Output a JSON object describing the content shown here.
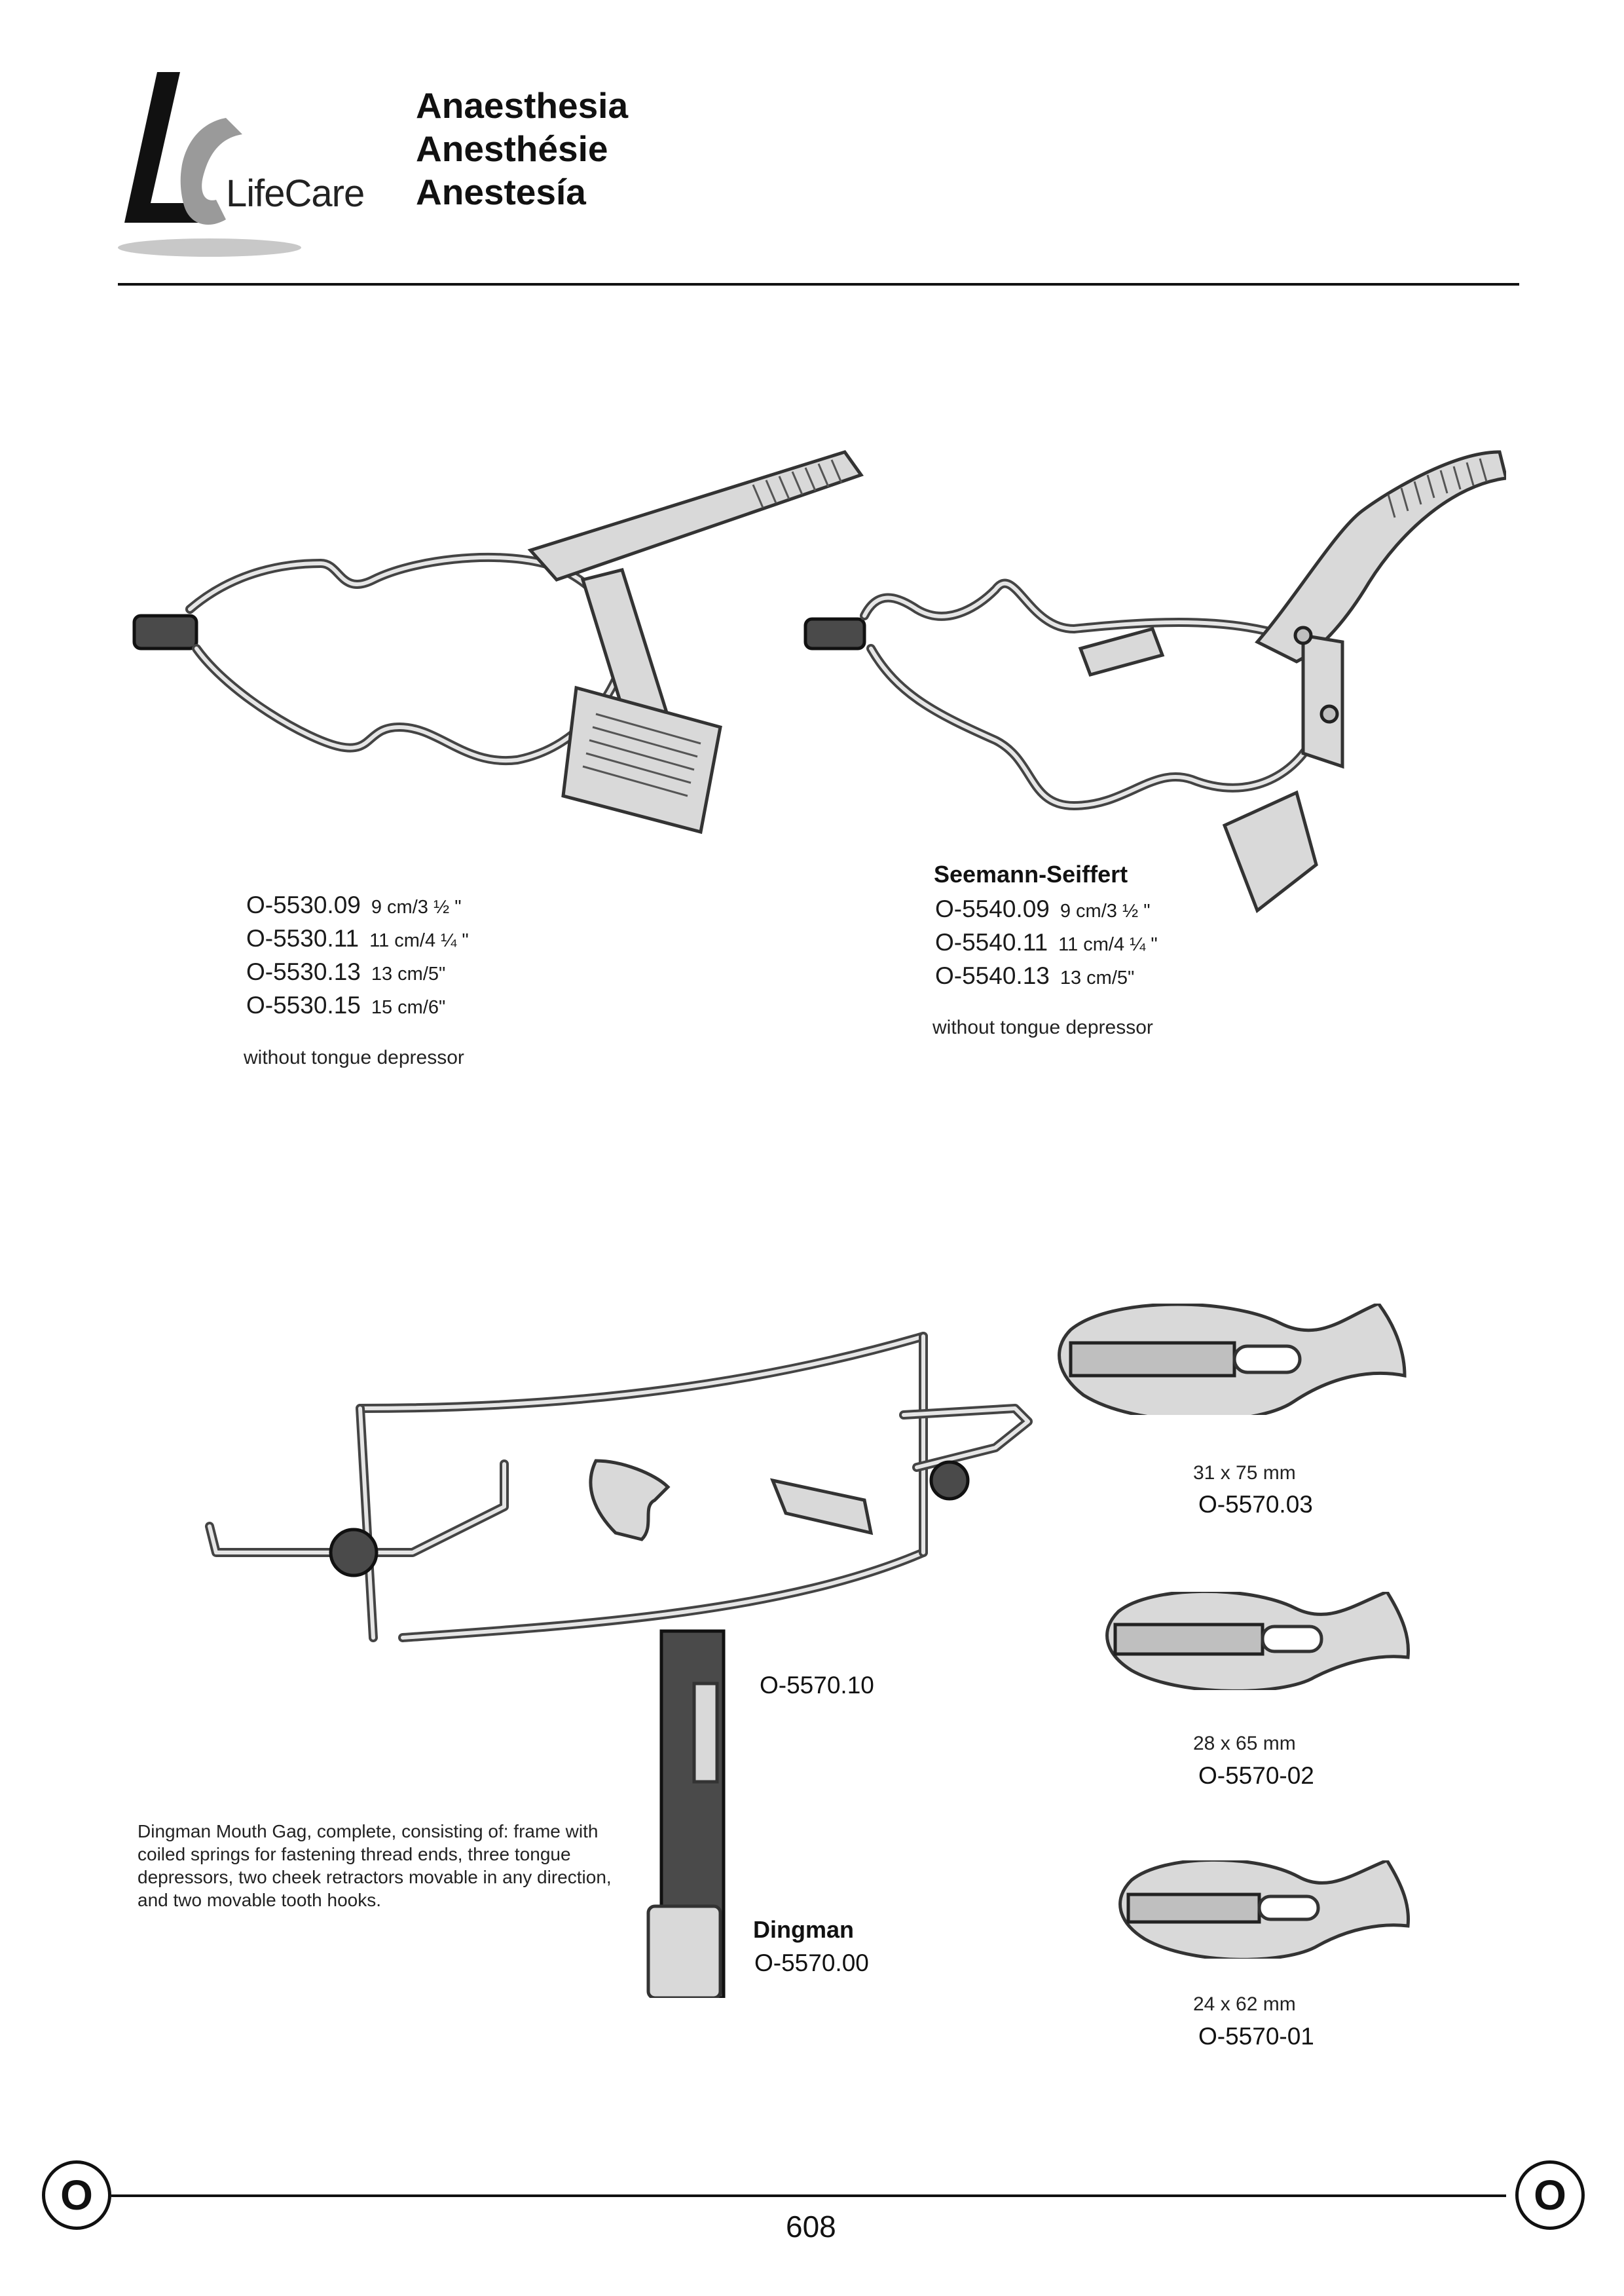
{
  "header": {
    "logo_text": "LifeCare",
    "titles": [
      "Anaesthesia",
      "Anesthésie",
      "Anestesía"
    ]
  },
  "products": {
    "gag_left": {
      "codes": [
        {
          "code": "O-5530.09",
          "size": "9 cm/3 ½ \""
        },
        {
          "code": "O-5530.11",
          "size": "11 cm/4 ¼ \""
        },
        {
          "code": "O-5530.13",
          "size": "13 cm/5\""
        },
        {
          "code": "O-5530.15",
          "size": "15 cm/6\""
        }
      ],
      "note": "without tongue depressor"
    },
    "seemann_seiffert": {
      "name": "Seemann-Seiffert",
      "codes": [
        {
          "code": "O-5540.09",
          "size": "9 cm/3 ½ \""
        },
        {
          "code": "O-5540.11",
          "size": "11 cm/4 ¼ \""
        },
        {
          "code": "O-5540.13",
          "size": "13 cm/5\""
        }
      ],
      "note": "without tongue depressor"
    },
    "dingman": {
      "name": "Dingman",
      "code": "O-5570.00",
      "part_code": "O-5570.10",
      "description": "Dingman Mouth Gag, complete, consisting of: frame with coiled springs for fastening thread ends, three tongue depressors, two cheek retractors movable in any direction, and two movable tooth hooks."
    },
    "tongue_depressors": [
      {
        "dimensions": "31 x 75 mm",
        "code": "O-5570.03"
      },
      {
        "dimensions": "28 x 65 mm",
        "code": "O-5570-02"
      },
      {
        "dimensions": "24 x 62 mm",
        "code": "O-5570-01"
      }
    ]
  },
  "footer": {
    "badge_letter": "O",
    "page_number": "608"
  }
}
